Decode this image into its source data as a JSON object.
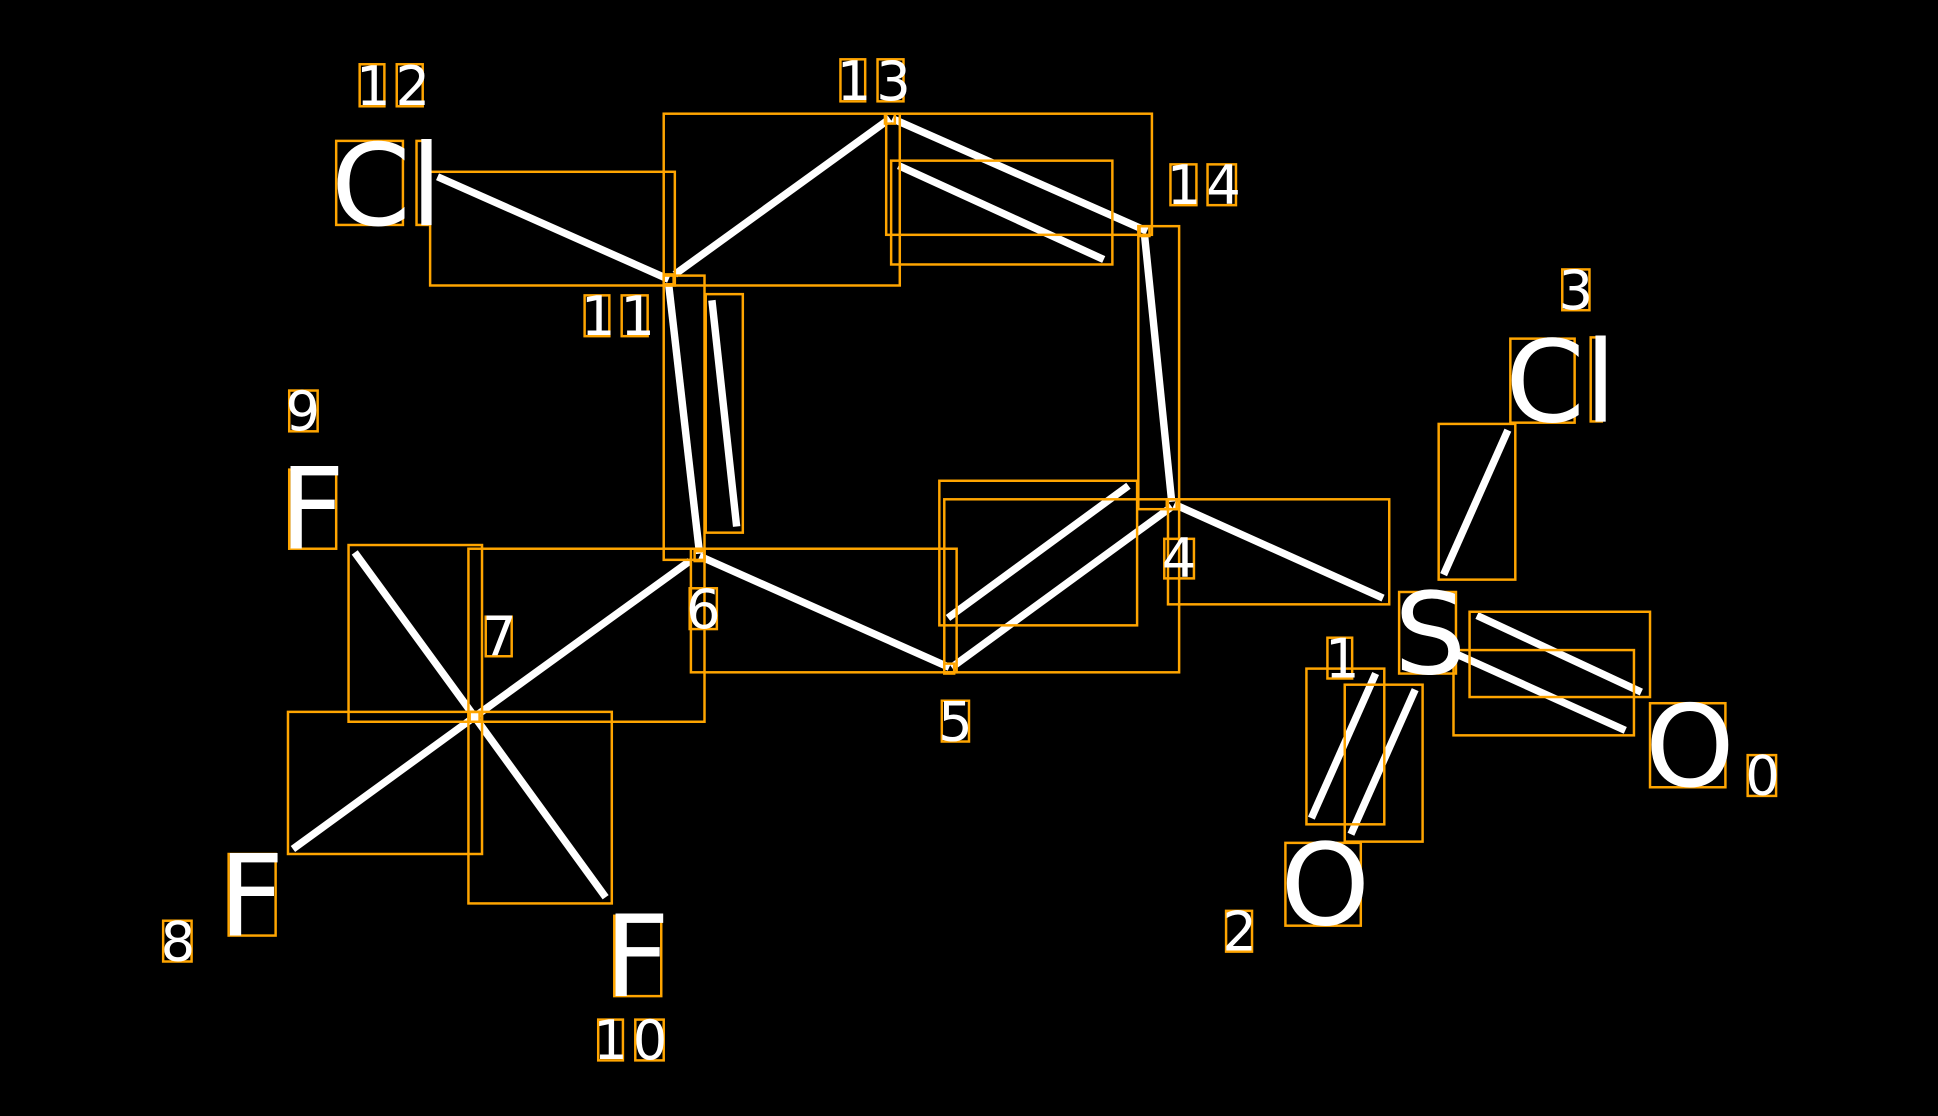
{
  "colors": {
    "background": "#000000",
    "bond": "#FFFFFF",
    "box": "#FFA500"
  },
  "atoms": [
    {
      "symbol": "O",
      "index": "0"
    },
    {
      "symbol": "",
      "index": "1"
    },
    {
      "symbol": "O",
      "index": "2"
    },
    {
      "symbol": "Cl",
      "index": "3"
    },
    {
      "symbol": "",
      "index": "4"
    },
    {
      "symbol": "",
      "index": "5"
    },
    {
      "symbol": "",
      "index": "6"
    },
    {
      "symbol": "",
      "index": "7"
    },
    {
      "symbol": "F",
      "index": "8"
    },
    {
      "symbol": "F",
      "index": "9"
    },
    {
      "symbol": "F",
      "index": "10"
    },
    {
      "symbol": "",
      "index": "11"
    },
    {
      "symbol": "Cl",
      "index": "12"
    },
    {
      "symbol": "",
      "index": "13"
    },
    {
      "symbol": "",
      "index": "14"
    },
    {
      "symbol": "S",
      "index": ""
    }
  ]
}
